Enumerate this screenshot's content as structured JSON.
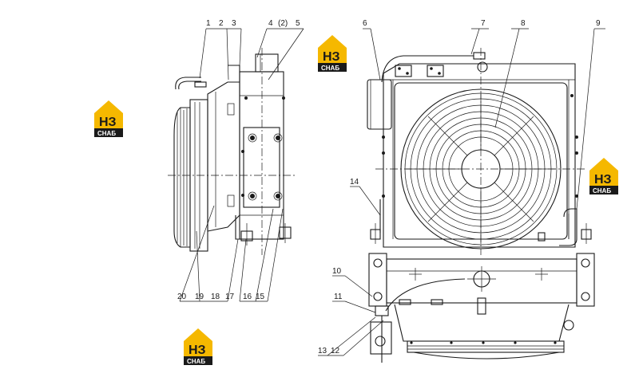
{
  "logo": {
    "mark": "НЗ",
    "sub": "СНАБ",
    "color": "#f5b800"
  },
  "callouts": {
    "c1": "1",
    "c2": "2",
    "c3": "3",
    "c4": "4",
    "c4b": "(2)",
    "c5": "5",
    "c6": "6",
    "c7": "7",
    "c8": "8",
    "c9": "9",
    "c10": "10",
    "c11": "11",
    "c12": "12",
    "c13": "13",
    "c14": "14",
    "c15": "15",
    "c16": "16",
    "c17": "17",
    "c18": "18",
    "c19": "19",
    "c20": "20"
  }
}
